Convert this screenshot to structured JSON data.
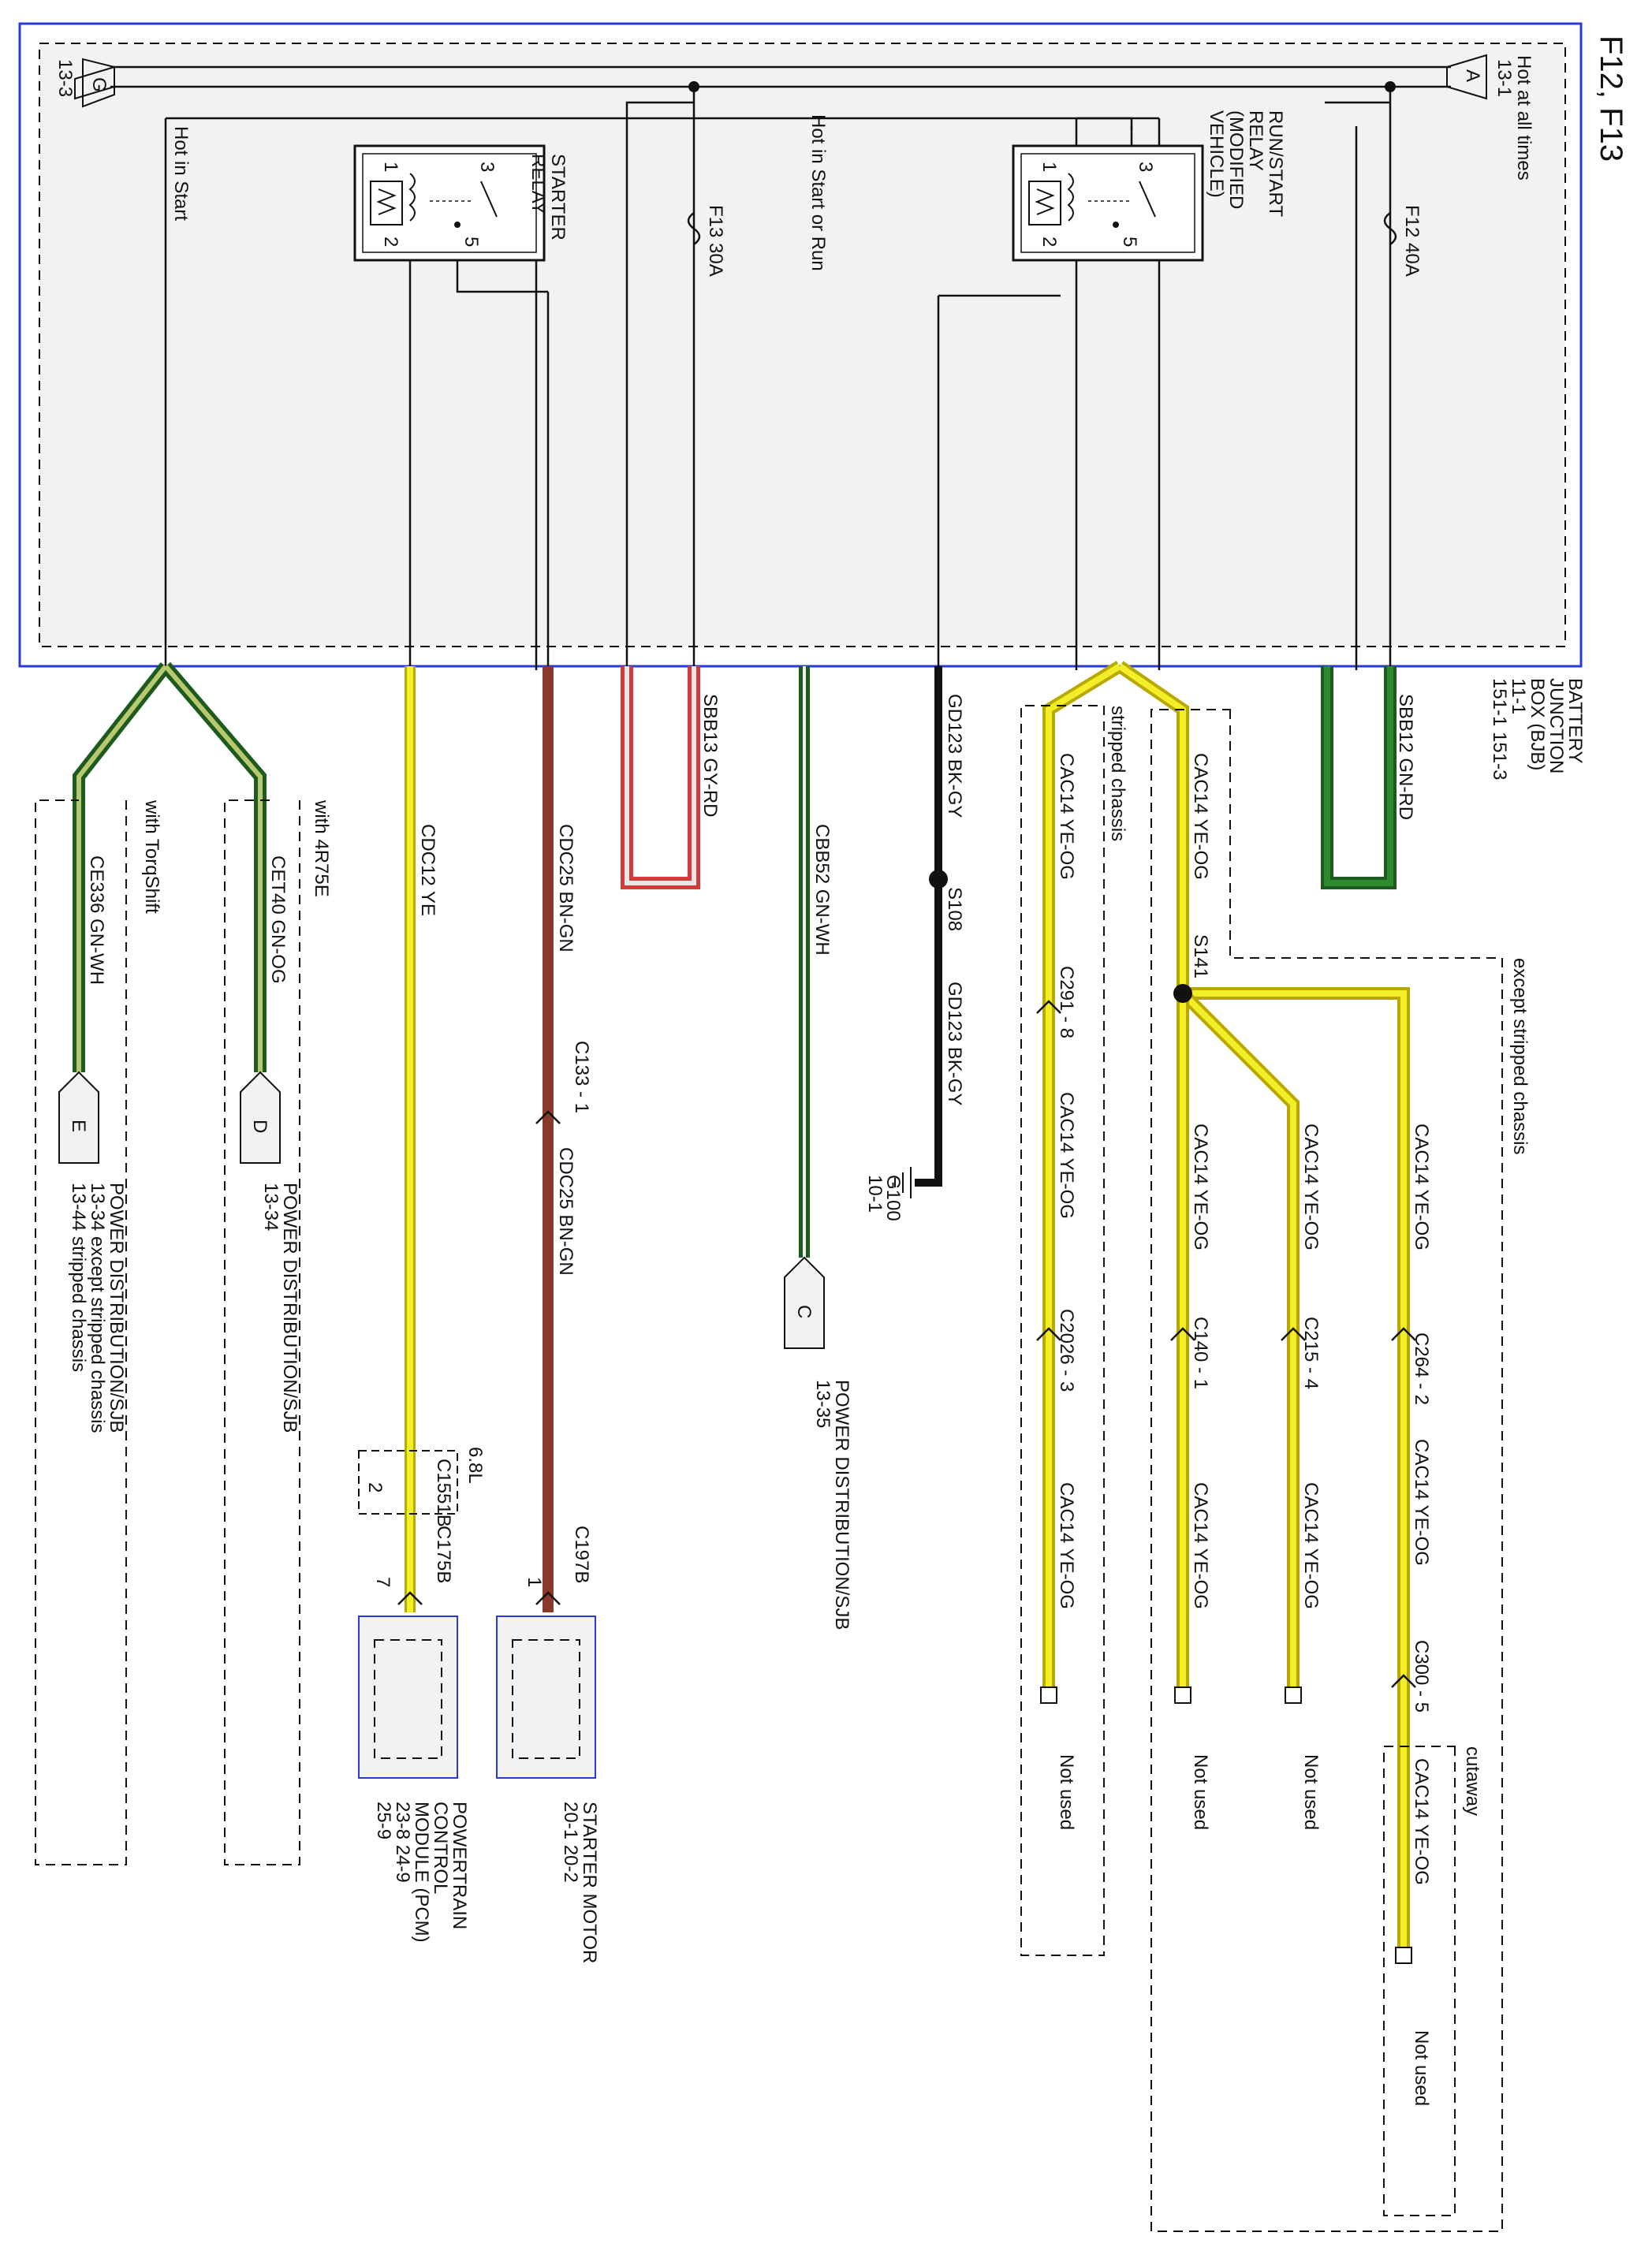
{
  "page_title": "F12, F13",
  "bjb": {
    "name": [
      "BATTERY",
      "JUNCTION",
      "BOX (BJB)",
      "11-1"
    ],
    "refs": "151-1   151-3",
    "hot_at_all_times": "Hot at all times",
    "ref_13_1": "13-1",
    "ref_13_3": "13-3",
    "tri_A": "A",
    "tri_G": "G",
    "hot_in_start": "Hot in Start",
    "hot_in_start_or_run": "Hot in Start or Run",
    "starter_relay": [
      "STARTER",
      "RELAY"
    ],
    "runstart_relay": [
      "RUN/START",
      "RELAY",
      "(MODIFIED",
      "VEHICLE)"
    ],
    "pin_1": "1",
    "pin_2": "2",
    "pin_3": "3",
    "pin_5": "5",
    "f13": "F13  30A",
    "f12": "F12  40A"
  },
  "colors": {
    "yellow": "#f2ef28",
    "yellow_dark": "#b8a800",
    "green": "#2d8a2d",
    "green_dark": "#1d5a1d",
    "brown": "#8a3a2a",
    "red": "#d23a3a",
    "black": "#111111",
    "box_blue": "#2a3ad8",
    "panel_gray": "#f2f2f2"
  },
  "wires": {
    "sbb12": "SBB12  GN-RD",
    "sbb13": "SBB13  GY-RD",
    "cac14_top": "CAC14  YE-OG",
    "s141": "S141",
    "cac14_left": "CAC14  YE-OG",
    "stripped_chassis": "stripped chassis",
    "gd123_top": "GD123  BK-GY",
    "s108": "S108",
    "gd123_bottom": "GD123  BK-GY",
    "g100": [
      "G100",
      "10-1"
    ],
    "cbb52": "CBB52  GN-WH",
    "cdc25_top": "CDC25  BN-GN",
    "cdc25_bottom": "CDC25  BN-GN",
    "c133": "C133 - 1",
    "cdc12": "CDC12  YE",
    "cet40": "CET40  GN-OG",
    "ce336": "CE336  GN-WH",
    "with_4r75e": "with 4R75E",
    "with_torqshift": "with TorqShift",
    "except_stripped_chassis": "except stripped chassis",
    "c264": "C264 - 2",
    "c215": "C215 - 4",
    "c140": "C140 - 1",
    "c291": "C291 - 8",
    "c2026": "C2026 - 3",
    "c300": "C300 - 5",
    "cac14_c264_after": "CAC14  YE-OG",
    "cac14_c215_after": "CAC14  YE-OG",
    "cac14_c140_after": "CAC14  YE-OG",
    "cac14_c291_after": "CAC14  YE-OG",
    "cac14_c2026_after": "CAC14  YE-OG",
    "cac14_c215_before": "CAC14  YE-OG",
    "cac14_c140_before": "CAC14  YE-OG",
    "cac14_c264_before": "CAC14  YE-OG",
    "cac14_c300_after": "CAC14  YE-OG",
    "cutaway": "cutaway",
    "not_used": "Not used",
    "c197b": "C197B",
    "c197b_pin": "1",
    "c175b": "C175B",
    "c175b_pin": "7",
    "c1551b": "C1551B",
    "c1551b_pin": "2",
    "six_eight_l": "6.8L"
  },
  "destinations": {
    "c": {
      "letter": "C",
      "text": "POWER DISTRIBUTION/SJB",
      "ref": "13-35"
    },
    "d": {
      "letter": "D",
      "text": "POWER DISTRIBUTION/SJB",
      "ref": "13-34"
    },
    "e": {
      "letter": "E",
      "text": "POWER DISTRIBUTION/SJB",
      "ref1": "13-34  except stripped chassis",
      "ref2": "13-44  stripped chassis"
    },
    "starter_motor": {
      "text": "STARTER MOTOR",
      "ref": "20-1   20-2"
    },
    "pcm": {
      "line1": "POWERTRAIN",
      "line2": "CONTROL",
      "line3": "MODULE (PCM)",
      "ref1": "23-8   24-9",
      "ref2": "25-9"
    }
  }
}
